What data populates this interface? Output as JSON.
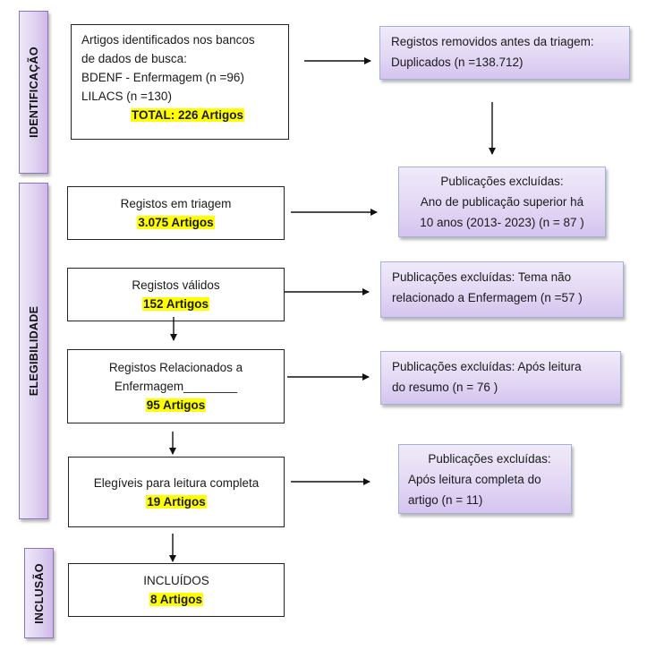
{
  "phases": {
    "identification": "IDENTIFICAÇÃO",
    "eligibility": "ELEGIBILIDADE",
    "inclusion": "INCLUSÃO"
  },
  "identified": {
    "lines": [
      "Artigos identificados nos bancos",
      "de dados de busca:",
      "BDENF - Enfermagem (n =96)",
      "LILACS (n =130)"
    ],
    "total": "TOTAL: 226 Artigos"
  },
  "removed": {
    "lines": [
      "Registos removidos antes da triagem:",
      "Duplicados (n =138.712)"
    ]
  },
  "screening": {
    "label": "Registos em triagem",
    "count": "3.075 Artigos"
  },
  "excluded_year": {
    "lines": [
      "Publicações excluídas:",
      "Ano de publicação superior há",
      "10 anos (2013- 2023) (n = 87 )"
    ]
  },
  "valid": {
    "label": "Registos válidos",
    "count": "152 Artigos"
  },
  "excluded_theme": {
    "lines": [
      "Publicações excluídas: Tema não",
      "relacionado a Enfermagem (n =57 )"
    ]
  },
  "nursing": {
    "lines": [
      "Registos Relacionados a",
      "Enfermagem________"
    ],
    "count": "95 Artigos"
  },
  "excluded_abstract": {
    "lines": [
      "Publicações excluídas: Após leitura",
      "do resumo (n = 76 )"
    ]
  },
  "eligible": {
    "label": "Elegíveis para leitura completa",
    "count": "19 Artigos"
  },
  "excluded_fulltext": {
    "lines": [
      "Publicações excluídas:",
      "Após leitura completa do",
      "artigo (n = 11)"
    ]
  },
  "included": {
    "label": "INCLUÍDOS",
    "count": "8 Artigos"
  },
  "colors": {
    "highlight": "#ffff00",
    "phase_fill": "#ddd0f0",
    "phase_border": "#8e74b8"
  }
}
